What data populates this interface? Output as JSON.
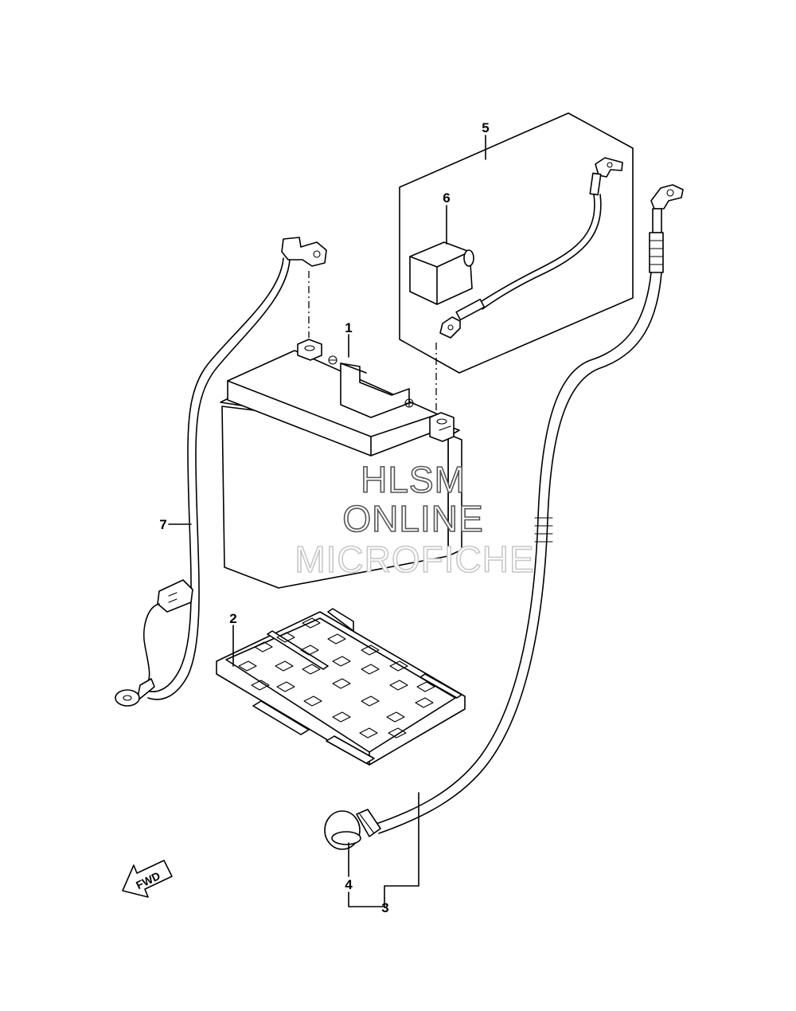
{
  "callouts": {
    "c1": "1",
    "c2": "2",
    "c3": "3",
    "c4": "4",
    "c5": "5",
    "c6": "6",
    "c7": "7"
  },
  "watermark": {
    "line1": "HLSM",
    "line2": "ONLINE",
    "line3": "MICROFICHE"
  },
  "fwd_arrow": {
    "label": "FWD"
  }
}
